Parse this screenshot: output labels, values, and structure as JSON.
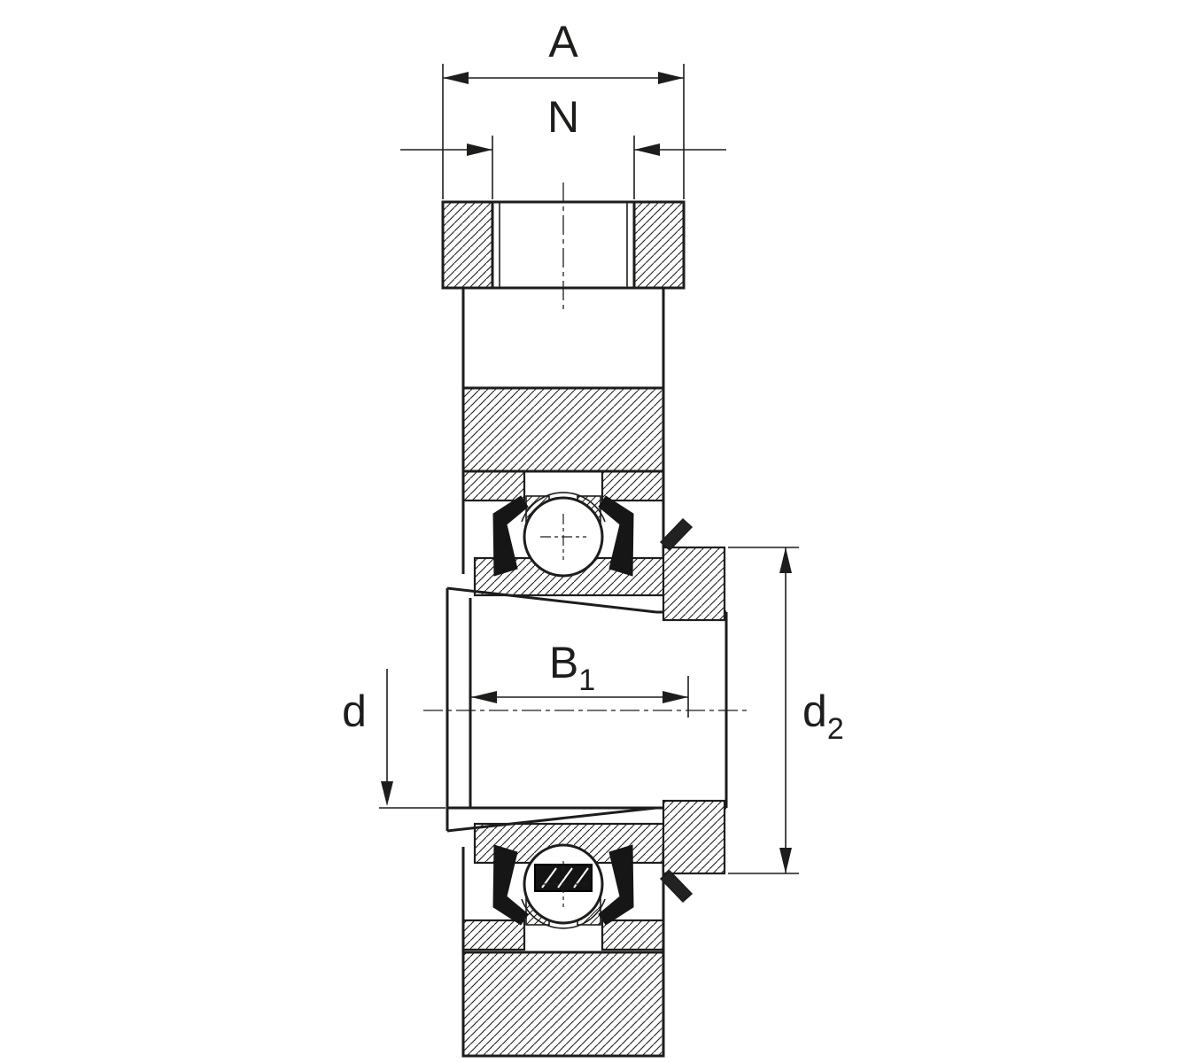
{
  "colors": {
    "line": "#1d1d1b",
    "background": "#ffffff",
    "seal": "#161616"
  },
  "dimensions": {
    "width_A": {
      "label": "A"
    },
    "width_N": {
      "label": "N"
    },
    "width_B1": {
      "base": "B",
      "sub": "1"
    },
    "shaft_diameter_d": {
      "label": "d"
    },
    "collar_diameter_d2": {
      "base": "d",
      "sub": "2"
    }
  }
}
